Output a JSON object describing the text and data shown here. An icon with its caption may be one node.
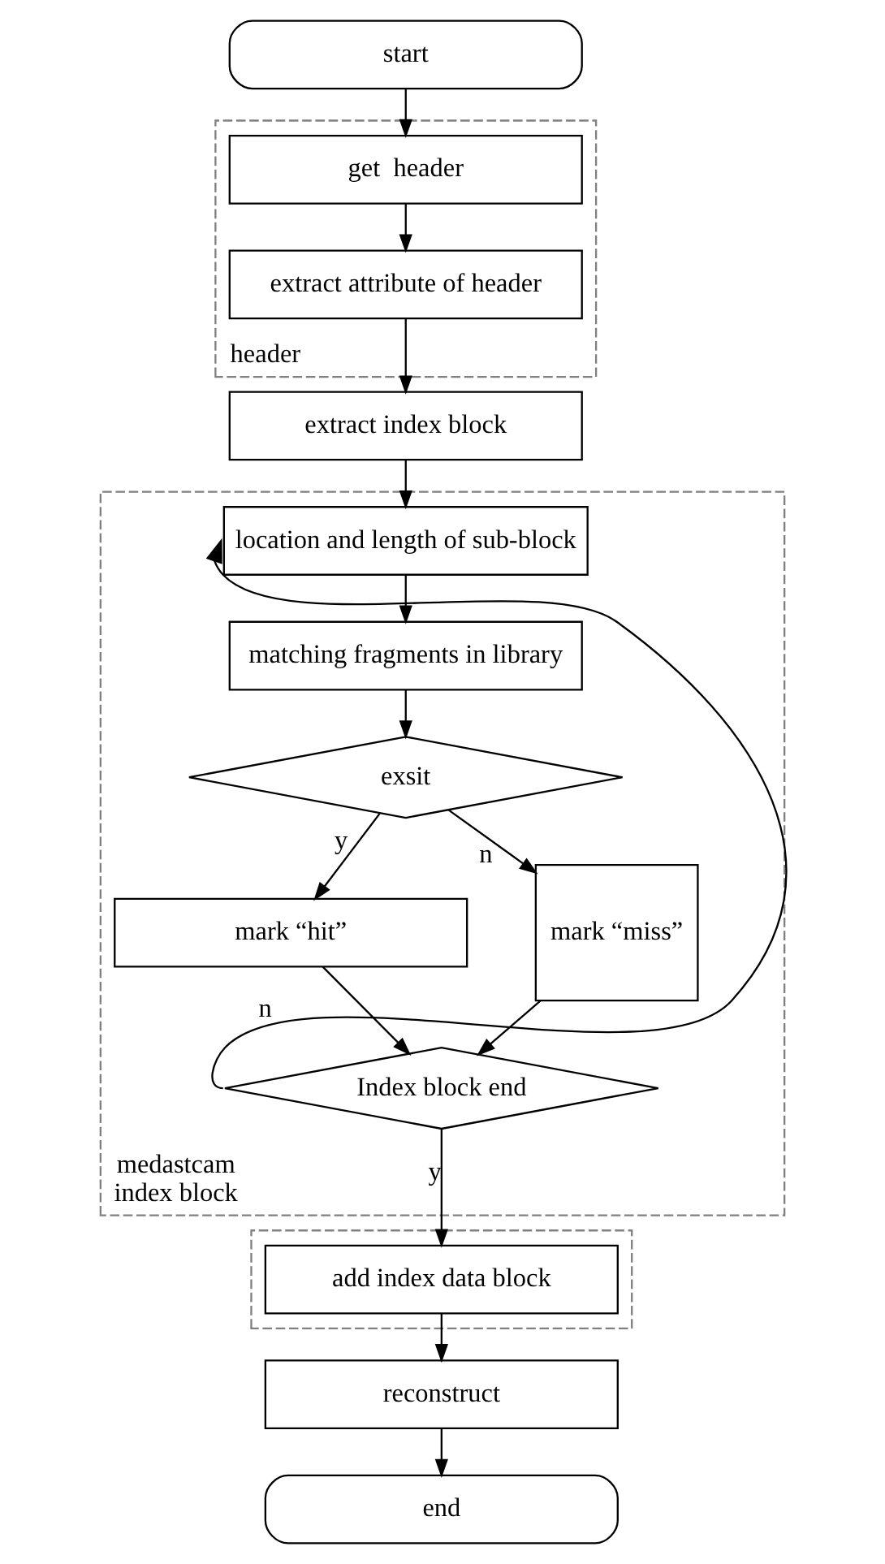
{
  "diagram": {
    "nodes": [
      {
        "text": [
          "start"
        ]
      },
      {
        "text": [
          "header"
        ]
      },
      {
        "text": [
          "get  header"
        ],
        "in": 1
      },
      {
        "text": [
          "extract attribute of header"
        ],
        "in": 1
      },
      {
        "text": [
          "extract index block"
        ]
      },
      {
        "text": [
          "medastcam",
          "index block"
        ]
      },
      {
        "text": [
          "location and length of sub-block"
        ],
        "in": 5
      },
      {
        "text": [
          "matching fragments in library"
        ],
        "in": 5
      },
      {
        "text": [
          "exsit"
        ],
        "in": 5
      },
      {
        "text": [
          "mark “hit”"
        ],
        "in": 5
      },
      {
        "text": [
          "mark “miss”"
        ],
        "in": 5
      },
      {
        "text": [
          "Index block end"
        ],
        "in": 5
      },
      {
        "text": [],
        "shape": "box"
      },
      {
        "text": [
          "add index data block"
        ],
        "in": 12
      },
      {
        "text": [
          "reconstruct"
        ]
      },
      {
        "text": [
          "end"
        ]
      }
    ],
    "edges": [
      {
        "from": 0,
        "to": 2,
        "arrow": "to"
      },
      {
        "from": 2,
        "to": 3,
        "arrow": "to"
      },
      {
        "from": 3,
        "to": 4,
        "arrow": "to"
      },
      {
        "from": 4,
        "to": 6,
        "arrow": "to"
      },
      {
        "from": 6,
        "to": 7,
        "arrow": "to"
      },
      {
        "from": 7,
        "to": 8,
        "arrow": "to"
      },
      {
        "from": 8,
        "to": 9,
        "label": "y",
        "arrow": "to"
      },
      {
        "from": 8,
        "to": 10,
        "label": "n",
        "arrow": "to"
      },
      {
        "from": 9,
        "to": 11,
        "arrow": "to"
      },
      {
        "from": 10,
        "to": 11,
        "arrow": "to"
      },
      {
        "from": 11,
        "to": 6,
        "label": "n",
        "arrow": "to"
      },
      {
        "from": 11,
        "to": 13,
        "label": "y",
        "arrow": "to"
      },
      {
        "from": 13,
        "to": 14,
        "arrow": "to"
      },
      {
        "from": 14,
        "to": 15,
        "arrow": "to"
      }
    ]
  }
}
